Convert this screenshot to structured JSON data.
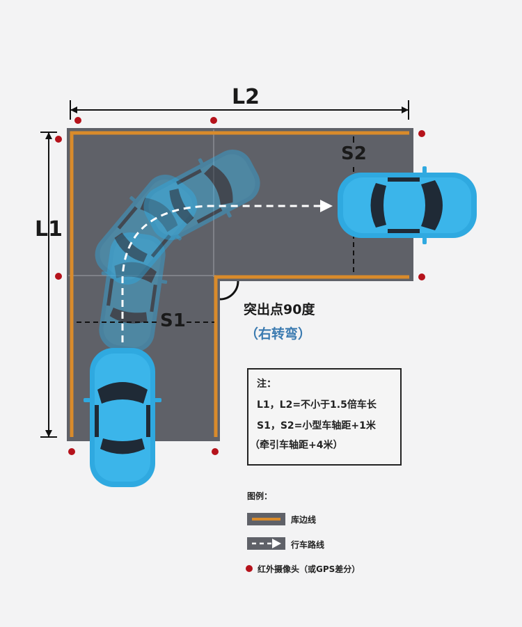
{
  "dimensions": {
    "l2": "L2",
    "l1": "L1",
    "s1": "S1",
    "s2": "S2"
  },
  "corner": {
    "label": "突出点90度",
    "sub": "（右转弯）"
  },
  "note": {
    "title": "注：",
    "lines": [
      "L1，L2=不小于1.5倍车长",
      "S1，S2=小型车轴距+1米",
      "（牵引车轴距+4米）"
    ]
  },
  "legend": {
    "title": "图例：",
    "items": [
      {
        "icon": "orange-line-swatch",
        "label": "库边线"
      },
      {
        "icon": "dashed-arrow-swatch",
        "label": "行车路线"
      },
      {
        "icon": "red-dot",
        "label": "红外摄像头（或GPS差分）"
      }
    ]
  },
  "colors": {
    "ground": "#5f6168",
    "border": "#d98b2b",
    "car": "#2fa9e0",
    "camera": "#b5121b",
    "accent_text": "#3a7ab0"
  }
}
